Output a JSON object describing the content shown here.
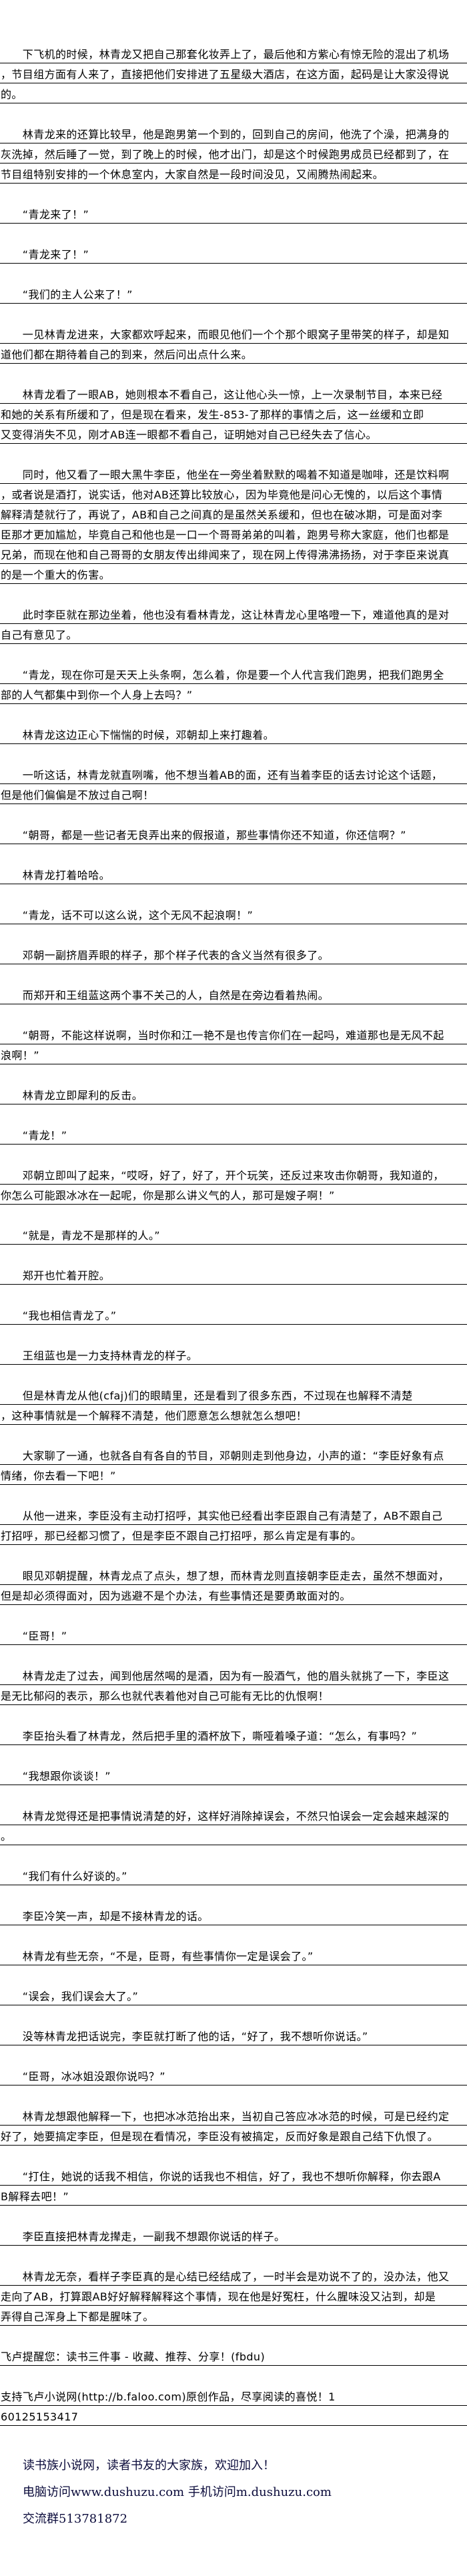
{
  "paragraphs": [
    {
      "lines": [
        "　　下飞机的时候，林青龙又把自己那套化妆弄上了，最后他和方紫心有惊无险的混出了机场",
        "，节目组方面有人来了，直接把他们安排进了五星级大酒店，在这方面，起码是让大家没得说",
        "的。"
      ]
    },
    {
      "lines": [
        "　　林青龙来的还算比较早，他是跑男第一个到的，回到自己的房间，他洗了个澡，把满身的",
        "灰洗掉，然后睡了一觉，到了晚上的时候，他才出门，却是这个时候跑男成员已经都到了，在",
        "节目组特别安排的一个休息室内，大家自然是一段时间没见，又闹腾热闹起来。"
      ]
    },
    {
      "lines": [
        "　　“青龙来了！”"
      ]
    },
    {
      "lines": [
        "　　“青龙来了！”"
      ]
    },
    {
      "lines": [
        "　　“我们的主人公来了！”"
      ]
    },
    {
      "lines": [
        "　　一见林青龙进来，大家都欢呼起来，而眼见他们一个个那个眼窝子里带笑的样子，却是知",
        "道他们都在期待着自己的到来，然后问出点什么来。"
      ]
    },
    {
      "lines": [
        "　　林青龙看了一眼AB，她则根本不看自己，这让他心头一惊，上一次录制节目，本来已经",
        "和她的关系有所缓和了，但是现在看来，发生-853-了那样的事情之后，这一丝缓和立即",
        "又变得消失不见，刚才AB连一眼都不看自己，证明她对自己已经失去了信心。"
      ]
    },
    {
      "lines": [
        "　　同时，他又看了一眼大黑牛李臣，他坐在一旁坐着默默的喝着不知道是咖啡，还是饮料啊",
        "，或者说是酒打，说实话，他对AB还算比较放心，因为毕竟他是问心无愧的，以后这个事情",
        "解释清楚就行了，再说了，AB和自己之间真的是虽然关系缓和，但也在破冰期，可是面对李",
        "臣那才更加尴尬，毕竟自己和他也是一口一个哥哥弟弟的叫着，跑男号称大家庭，他们也都是",
        "兄弟，而现在他和自己哥哥的女朋友传出绯闻来了，现在网上传得沸沸扬扬，对于李臣来说真",
        "的是一个重大的伤害。"
      ]
    },
    {
      "lines": [
        "　　此时李臣就在那边坐着，他也没有看林青龙，这让林青龙心里咯噔一下，难道他真的是对",
        "自己有意见了。"
      ]
    },
    {
      "lines": [
        "　　“青龙，现在你可是天天上头条啊，怎么着，你是要一个人代言我们跑男，把我们跑男全",
        "部的人气都集中到你一个人身上去吗？”"
      ]
    },
    {
      "lines": [
        "　　林青龙这边正心下惴惴的时候，邓朝却上来打趣着。"
      ]
    },
    {
      "lines": [
        "　　一听这话，林青龙就直咧嘴，他不想当着AB的面，还有当着李臣的话去讨论这个话题，",
        "但是他们偏偏是不放过自己啊！"
      ]
    },
    {
      "lines": [
        "　　“朝哥，都是一些记者无良弄出来的假报道，那些事情你还不知道，你还信啊？”"
      ]
    },
    {
      "lines": [
        "　　林青龙打着哈哈。"
      ]
    },
    {
      "lines": [
        "　　“青龙，话不可以这么说，这个无风不起浪啊！”"
      ]
    },
    {
      "lines": [
        "　　邓朝一副挤眉弄眼的样子，那个样子代表的含义当然有很多了。"
      ]
    },
    {
      "lines": [
        "　　而郑开和王组蓝这两个事不关己的人，自然是在旁边看着热闹。"
      ]
    },
    {
      "lines": [
        "　　“朝哥，不能这样说啊，当时你和江一艳不是也传言你们在一起吗，难道那也是无风不起",
        "浪啊！”"
      ]
    },
    {
      "lines": [
        "　　林青龙立即犀利的反击。"
      ]
    },
    {
      "lines": [
        "　　“青龙！”"
      ]
    },
    {
      "lines": [
        "　　邓朝立即叫了起来，“哎呀，好了，好了，开个玩笑，还反过来攻击你朝哥，我知道的，",
        "你怎么可能跟冰冰在一起呢，你是那么讲义气的人，那可是嫂子啊！”"
      ]
    },
    {
      "lines": [
        "　　“就是，青龙不是那样的人。”"
      ]
    },
    {
      "lines": [
        "　　郑开也忙着开腔。"
      ]
    },
    {
      "lines": [
        "　　“我也相信青龙了。”"
      ]
    },
    {
      "lines": [
        "　　王组蓝也是一力支持林青龙的样子。"
      ]
    },
    {
      "lines": [
        "　　但是林青龙从他(cfaj)们的眼睛里，还是看到了很多东西，不过现在也解释不清楚",
        "，这种事情就是一个解释不清楚，他们愿意怎么想就怎么想吧！"
      ]
    },
    {
      "lines": [
        "　　大家聊了一通，也就各自有各自的节目，邓朝则走到他身边，小声的道：“李臣好象有点",
        "情绪，你去看一下吧！”"
      ]
    },
    {
      "lines": [
        "　　从他一进来，李臣没有主动打招呼，其实他已经看出李臣跟自己有清楚了，AB不跟自己",
        "打招呼，那已经都习惯了，但是李臣不跟自己打招呼，那么肯定是有事的。"
      ]
    },
    {
      "lines": [
        "　　眼见邓朝提醒，林青龙点了点头，想了想，而林青龙则直接朝李臣走去，虽然不想面对，",
        "但是却必须得面对，因为逃避不是个办法，有些事情还是要勇敢面对的。"
      ]
    },
    {
      "lines": [
        "　　“臣哥！”"
      ]
    },
    {
      "lines": [
        "　　林青龙走了过去，闻到他居然喝的是酒，因为有一股酒气，他的眉头就挑了一下，李臣这",
        "是无比郁闷的表示，那么也就代表着他对自己可能有无比的仇恨啊！"
      ]
    },
    {
      "lines": [
        "　　李臣抬头看了林青龙，然后把手里的酒杯放下，嘶哑着嗓子道：“怎么，有事吗？”"
      ]
    },
    {
      "lines": [
        "　　“我想跟你谈谈！”"
      ]
    },
    {
      "lines": [
        "　　林青龙觉得还是把事情说清楚的好，这样好消除掉误会，不然只怕误会一定会越来越深的",
        "。"
      ]
    },
    {
      "lines": [
        "　　“我们有什么好谈的。”"
      ]
    },
    {
      "lines": [
        "　　李臣冷笑一声，却是不接林青龙的话。"
      ]
    },
    {
      "lines": [
        "　　林青龙有些无奈，“不是，臣哥，有些事情你一定是误会了。”"
      ]
    },
    {
      "lines": [
        "　　“误会，我们误会大了。”"
      ]
    },
    {
      "lines": [
        "　　没等林青龙把话说完，李臣就打断了他的话，“好了，我不想听你说话。”"
      ]
    },
    {
      "lines": [
        "　　“臣哥，冰冰姐没跟你说吗？”"
      ]
    },
    {
      "lines": [
        "　　林青龙想跟他解释一下，也把冰冰范抬出来，当初自己答应冰冰范的时候，可是已经约定",
        "好了，她要搞定李臣，但是现在看情况，李臣没有被搞定，反而好象是跟自己结下仇恨了。"
      ]
    },
    {
      "lines": [
        "　　“打住，她说的话我不相信，你说的话我也不相信，好了，我也不想听你解释，你去跟A",
        "B解释去吧！”"
      ]
    },
    {
      "lines": [
        "　　李臣直接把林青龙撵走，一副我不想跟你说话的样子。"
      ]
    },
    {
      "lines": [
        "　　林青龙无奈，看样子李臣真的是心结已经结成了，一时半会是劝说不了的，没办法，他又",
        "走向了AB，打算跟AB好好解释解释这个事情，现在他是好冤枉，什么腥味没又沾到，却是",
        "弄得自己浑身上下都是腥味了。"
      ]
    },
    {
      "lines": [
        "飞卢提醒您：读书三件事 - 收藏、推荐、分享！(fbdu)"
      ]
    },
    {
      "lines": [
        "支持飞卢小说网(http://b.faloo.com)原创作品，尽享阅读的喜悦！1",
        "60125153417"
      ]
    }
  ],
  "footer": {
    "lines": [
      "读书族小说网，读者书友的大家族，欢迎加入！",
      "电脑访问www.dushuzu.com 手机访问m.dushuzu.com",
      "交流群513781872"
    ]
  }
}
